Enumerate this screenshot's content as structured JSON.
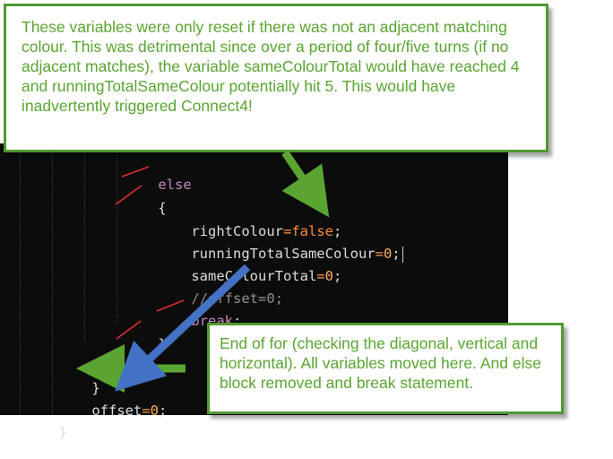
{
  "code": {
    "else_kw": "else",
    "open_brace": "{",
    "right_colour_name": "rightColour",
    "right_colour_value": "false",
    "running_total_name": "runningTotalSameColour",
    "running_total_value": "0",
    "same_colour_name": "sameColourTotal",
    "same_colour_value": "0",
    "offset_comment": "//offset=0;",
    "break_kw": "break",
    "semicolon": ";",
    "equals": "=",
    "close_brace": "}",
    "offset_name": "offset",
    "offset_value": "0"
  },
  "annotations": {
    "top_text": "These variables were only reset if there was not an adjacent matching colour. This was detrimental since over a period of four/five turns (if no adjacent matches), the variable sameColourTotal would have reached 4 and runningTotalSameColour potentially hit 5.  This would have inadvertently triggered Connect4!",
    "bottom_text": "End of for (checking the diagonal, vertical and horizontal). All variables moved here. And else block removed and break statement."
  },
  "colors": {
    "annotation_green": "#5aa531",
    "border_green": "#4f9a2e",
    "arrow_blue": "#4472c4",
    "strike_red": "#e03030",
    "editor_bg": "#0c0c0c"
  }
}
